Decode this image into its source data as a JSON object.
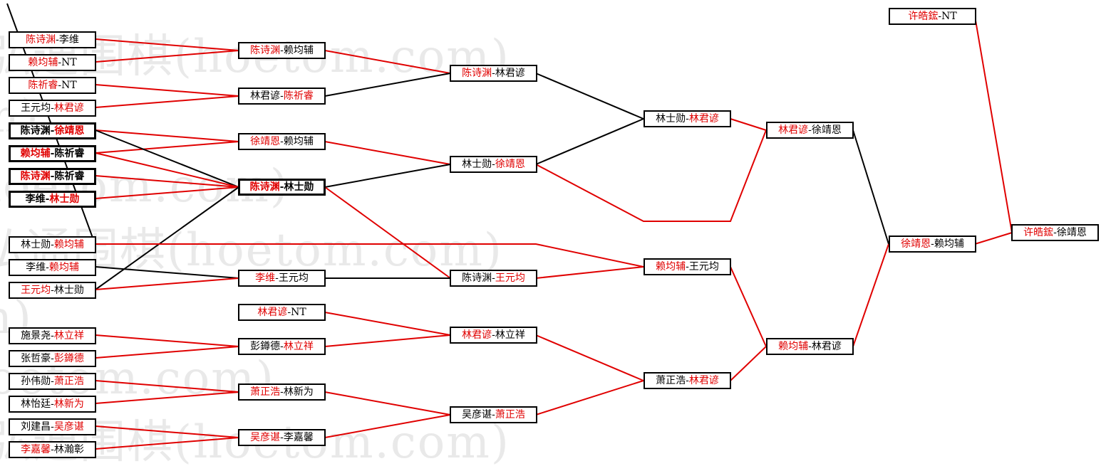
{
  "watermark": "弘通围棋(hoetom.com)",
  "colors": {
    "winner": "#e00000",
    "loser": "#000000",
    "line_win": "#e00000",
    "line_lose": "#000000"
  },
  "matches": {
    "m1": {
      "a": "陈诗渊",
      "b": "李维",
      "winner": "a"
    },
    "m2": {
      "a": "赖均辅",
      "b": "NT",
      "winner": "a"
    },
    "m3": {
      "a": "陈祈睿",
      "b": "NT",
      "winner": "a"
    },
    "m4": {
      "a": "王元均",
      "b": "林君谚",
      "winner": "b"
    },
    "m5": {
      "a": "陈诗渊",
      "b": "徐靖恩",
      "winner": "b"
    },
    "m6": {
      "a": "赖均辅",
      "b": "陈祈睿",
      "winner": "a"
    },
    "m7": {
      "a": "陈诗渊",
      "b": "陈祈睿",
      "winner": "a"
    },
    "m8": {
      "a": "李维",
      "b": "林士勋",
      "winner": "b"
    },
    "m9": {
      "a": "林士勋",
      "b": "赖均辅",
      "winner": "b"
    },
    "m10": {
      "a": "李维",
      "b": "赖均辅",
      "winner": "b"
    },
    "m11": {
      "a": "王元均",
      "b": "林士勋",
      "winner": "a"
    },
    "m12": {
      "a": "施景尧",
      "b": "林立祥",
      "winner": "b"
    },
    "m13": {
      "a": "张哲豪",
      "b": "彭鐏德",
      "winner": "b"
    },
    "m14": {
      "a": "孙伟勋",
      "b": "萧正浩",
      "winner": "b"
    },
    "m15": {
      "a": "林怡廷",
      "b": "林新为",
      "winner": "b"
    },
    "m16": {
      "a": "刘建昌",
      "b": "吴彦谌",
      "winner": "b"
    },
    "m17": {
      "a": "李嘉馨",
      "b": "林瀚彰",
      "winner": "a"
    },
    "m18": {
      "a": "陈诗渊",
      "b": "赖均辅",
      "winner": "a"
    },
    "m19": {
      "a": "林君谚",
      "b": "陈祈睿",
      "winner": "b"
    },
    "m20": {
      "a": "徐靖恩",
      "b": "赖均辅",
      "winner": "a"
    },
    "m21": {
      "a": "陈诗渊",
      "b": "林士勋",
      "winner": "a"
    },
    "m22": {
      "a": "李维",
      "b": "王元均",
      "winner": "a"
    },
    "m23": {
      "a": "林君谚",
      "b": "NT",
      "winner": "a"
    },
    "m24": {
      "a": "彭鐏德",
      "b": "林立祥",
      "winner": "b"
    },
    "m25": {
      "a": "萧正浩",
      "b": "林新为",
      "winner": "a"
    },
    "m26": {
      "a": "吴彦谌",
      "b": "李嘉馨",
      "winner": "a"
    },
    "m27": {
      "a": "陈诗渊",
      "b": "林君谚",
      "winner": "a"
    },
    "m28": {
      "a": "林士勋",
      "b": "徐靖恩",
      "winner": "b"
    },
    "m29": {
      "a": "陈诗渊",
      "b": "王元均",
      "winner": "b"
    },
    "m30": {
      "a": "林君谚",
      "b": "林立祥",
      "winner": "a"
    },
    "m31": {
      "a": "吴彦谌",
      "b": "萧正浩",
      "winner": "b"
    },
    "m32": {
      "a": "林士勋",
      "b": "林君谚",
      "winner": "b"
    },
    "m33": {
      "a": "赖均辅",
      "b": "王元均",
      "winner": "a"
    },
    "m34": {
      "a": "萧正浩",
      "b": "林君谚",
      "winner": "b"
    },
    "m35": {
      "a": "林君谚",
      "b": "徐靖恩",
      "winner": "a"
    },
    "m36": {
      "a": "赖均辅",
      "b": "林君谚",
      "winner": "a"
    },
    "m37": {
      "a": "徐靖恩",
      "b": "赖均辅",
      "winner": "a"
    },
    "m38": {
      "a": "许皓鋐",
      "b": "NT",
      "winner": "a"
    },
    "m39": {
      "a": "许皓鋐",
      "b": "徐靖恩",
      "winner": "a"
    }
  }
}
